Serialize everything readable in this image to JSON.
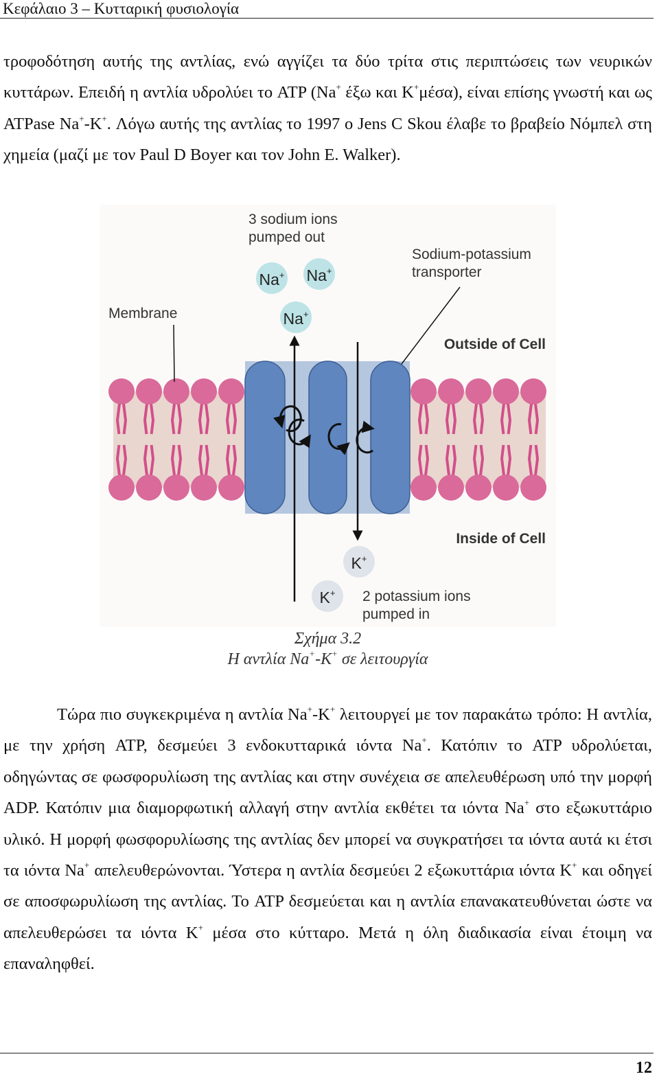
{
  "header": {
    "title": "Κεφάλαιο 3 – Κυτταρική φυσιολογία"
  },
  "paragraph1": {
    "t1": "τροφοδότηση αυτής της αντλίας, ενώ αγγίζει τα δύο τρίτα στις περιπτώσεις των νευρικών κυττάρων. Επειδή η αντλία υδρολύει το ATP (Na",
    "s1": "+",
    "t2": " έξω και K",
    "s2": "+",
    "t3": "μέσα), είναι επίσης γνωστή και ως ATPase Na",
    "s3": "+",
    "t4": "-K",
    "s4": "+",
    "t5": ". Λόγω αυτής της αντλίας το 1997 ο Jens C Skou έλαβε το βραβείο Νόμπελ στη χημεία (μαζί με τον Paul D Boyer και τον John E. Walker)."
  },
  "figure": {
    "label_sodium_out_line1": "3 sodium ions",
    "label_sodium_out_line2": "pumped out",
    "label_transporter_line1": "Sodium-potassium",
    "label_transporter_line2": "transporter",
    "label_membrane": "Membrane",
    "label_outside": "Outside of Cell",
    "label_inside": "Inside of Cell",
    "label_potassium_in_line1": "2 potassium ions",
    "label_potassium_in_line2": "pumped in",
    "ion_na": "Na",
    "ion_k": "K",
    "ion_plus": "+",
    "colors": {
      "lipid_head": "#d96a9a",
      "lipid_tail": "#d24f8a",
      "membrane_bg": "#e9d6cf",
      "protein": "#5f86bf",
      "protein_bg": "#b5c6df",
      "na_ion": "#bde3e6",
      "k_ion": "#dfe3ea"
    }
  },
  "caption": {
    "line1": "Σχήμα 3.2",
    "c1": "Η αντλία Na",
    "c2": "+",
    "c3": "-K",
    "c4": "+",
    "c5": " σε λειτουργία"
  },
  "paragraph2": {
    "t1": "Τώρα πιο συγκεκριμένα η αντλία Na",
    "s1": "+",
    "t2": "-K",
    "s2": "+",
    "t3": " λειτουργεί με τον παρακάτω τρόπο: Η αντλία, με την χρήση ATP, δεσμεύει 3 ενδοκυτταρικά ιόντα Na",
    "s3": "+",
    "t4": ". Κατόπιν το ATP υδρολύεται, οδηγώντας σε φωσφορυλίωση της αντλίας και στην συνέχεια σε απελευθέρωση υπό την μορφή ADP. Κατόπιν μια διαμορφωτική αλλαγή στην αντλία εκθέτει τα ιόντα Na",
    "s4": "+",
    "t5": " στο εξωκυττάριο υλικό. Η μορφή φωσφορυλίωσης της αντλίας δεν μπορεί να συγκρατήσει τα ιόντα αυτά κι έτσι τα ιόντα Na",
    "s5": "+",
    "t6": " απελευθερώνονται. Ύστερα η αντλία δεσμεύει 2 εξωκυττάρια ιόντα K",
    "s6": "+",
    "t7": " και οδηγεί σε αποσφωρυλίωση της αντλίας. Το ATP δεσμεύεται και η αντλία επανακατευθύνεται ώστε να απελευθερώσει τα ιόντα K",
    "s7": "+",
    "t8": " μέσα στο κύτταρο. Μετά η όλη διαδικασία είναι έτοιμη να  επαναληφθεί."
  },
  "footer": {
    "page_number": "12"
  }
}
